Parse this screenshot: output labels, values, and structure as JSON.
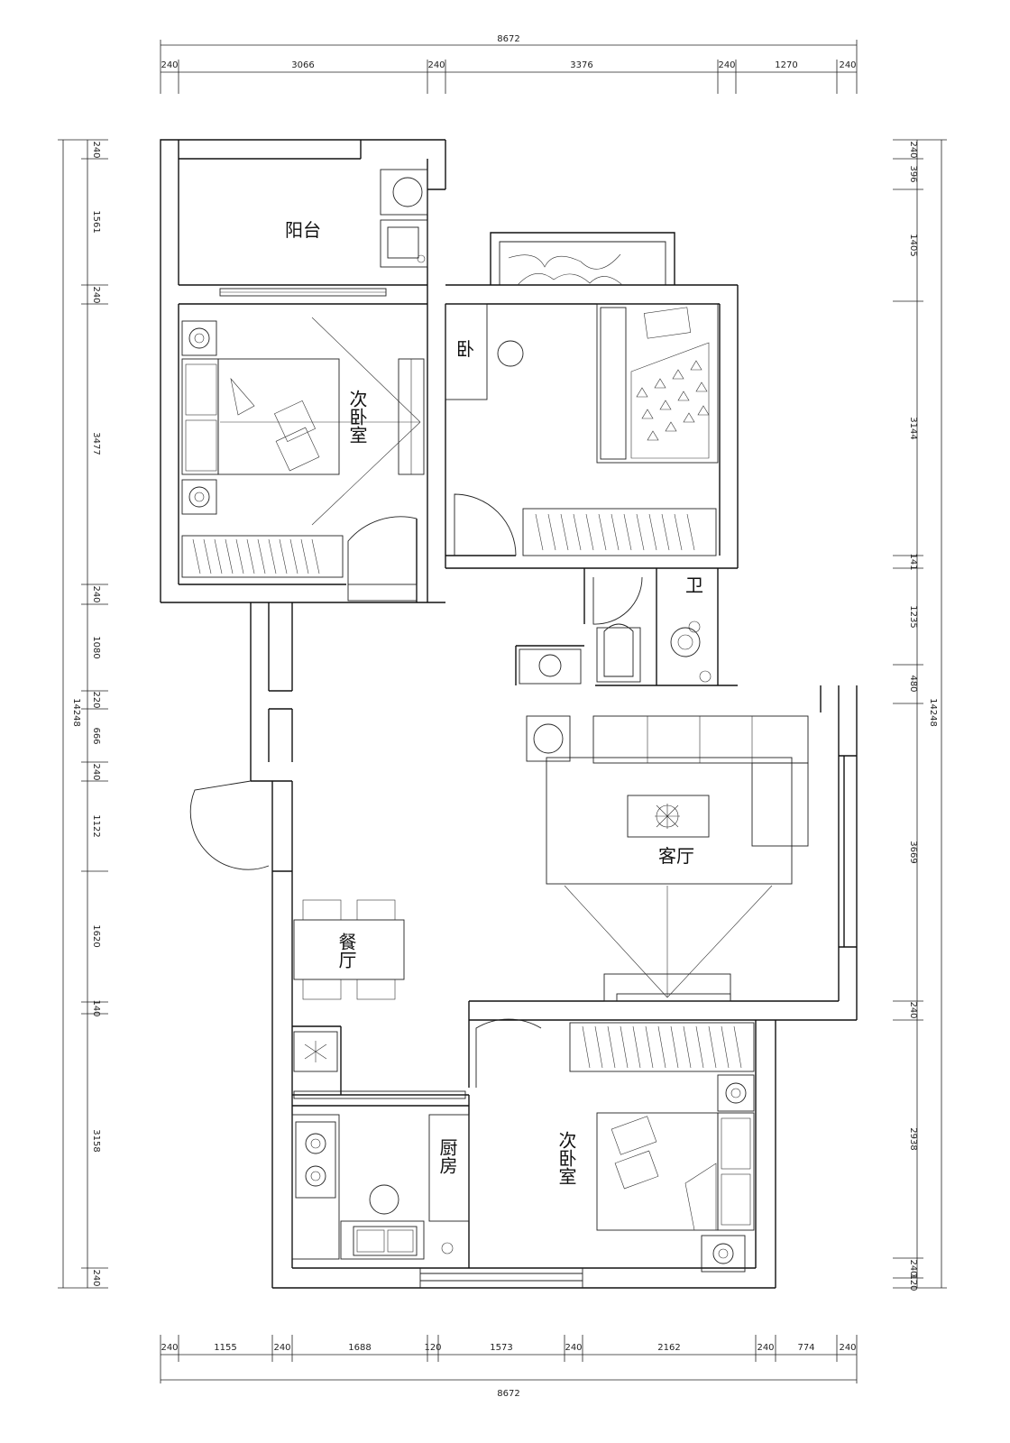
{
  "rooms": {
    "balcony": "阳台",
    "bedroom_nw": "次卧室",
    "study": "卧",
    "bathroom": "卫",
    "living_room": "客厅",
    "dining_room": "餐厅",
    "kitchen": "厨房",
    "bedroom_se": "次卧室"
  },
  "dimensions": {
    "top_total": "8672",
    "top": [
      "240",
      "3066",
      "240",
      "3376",
      "240",
      "1270",
      "240"
    ],
    "bottom_total": "8672",
    "bottom": [
      "240",
      "1155",
      "240",
      "1688",
      "120",
      "1573",
      "240",
      "2162",
      "240",
      "774",
      "240"
    ],
    "left_total": "14248",
    "left": [
      "240",
      "1561",
      "240",
      "3477",
      "240",
      "1080",
      "220",
      "666",
      "240",
      "1122",
      "1620",
      "140",
      "3158",
      "240"
    ],
    "right_total": "14248",
    "right": [
      "240",
      "396",
      "1405",
      "3144",
      "141",
      "1235",
      "480",
      "3669",
      "240",
      "2938",
      "240",
      "120"
    ]
  }
}
